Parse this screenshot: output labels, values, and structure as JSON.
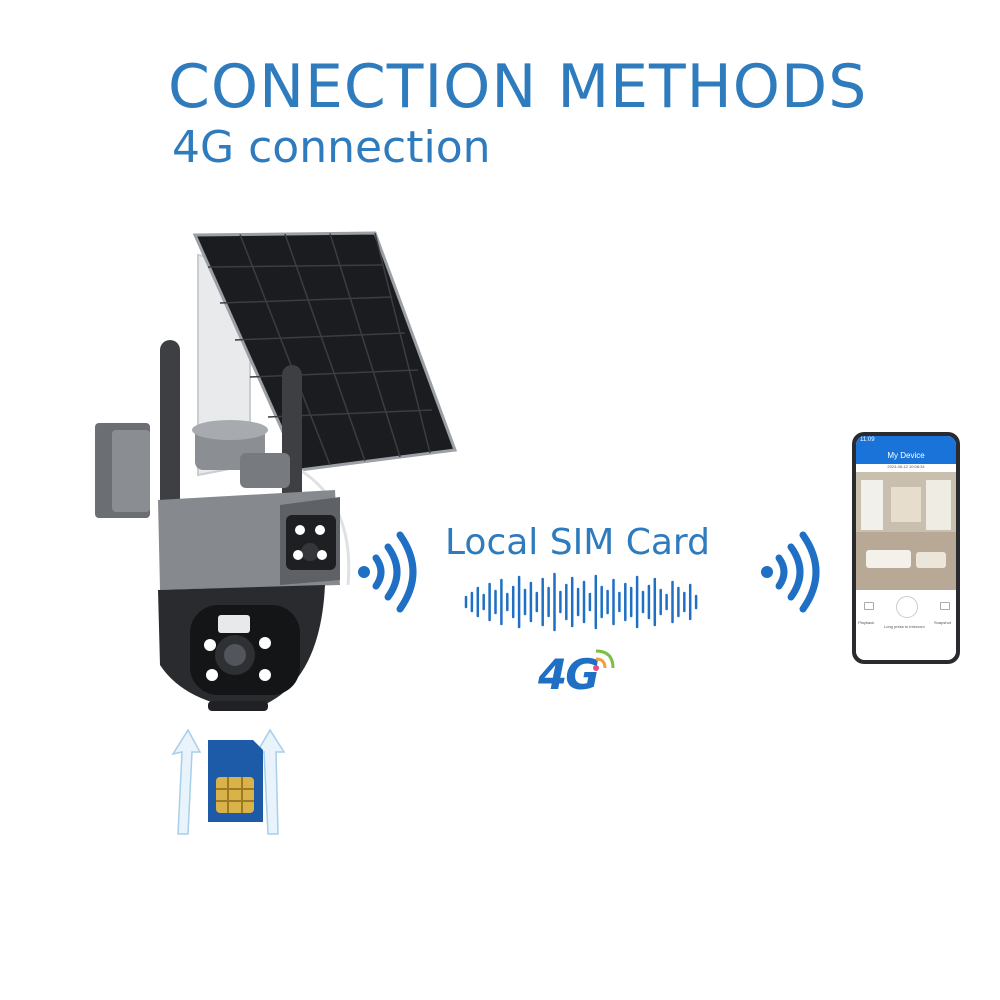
{
  "header": {
    "title": "CONECTION METHODS",
    "subtitle": "4G connection"
  },
  "middle": {
    "sim_label": "Local SIM Card",
    "network_badge": "4G"
  },
  "phone": {
    "status_time": "11:09",
    "app_title": "My Device",
    "video_timestamp": "2024-06-12 10:08:34",
    "playback_label": "Playback",
    "intercom_hint": "Long press to intercom",
    "snapshot_label": "Snapshot"
  },
  "icons": [
    "camera-icon",
    "solar-panel-icon",
    "antenna-icon",
    "wifi-signal-icon",
    "sim-card-icon",
    "sound-wave-icon",
    "4g-signal-icon",
    "phone-icon"
  ],
  "colors": {
    "accent": "#2e7bbd",
    "signal_blue": "#1f6fc4",
    "sim_blue": "#1d5aa8",
    "sim_gold": "#d9b24a"
  }
}
